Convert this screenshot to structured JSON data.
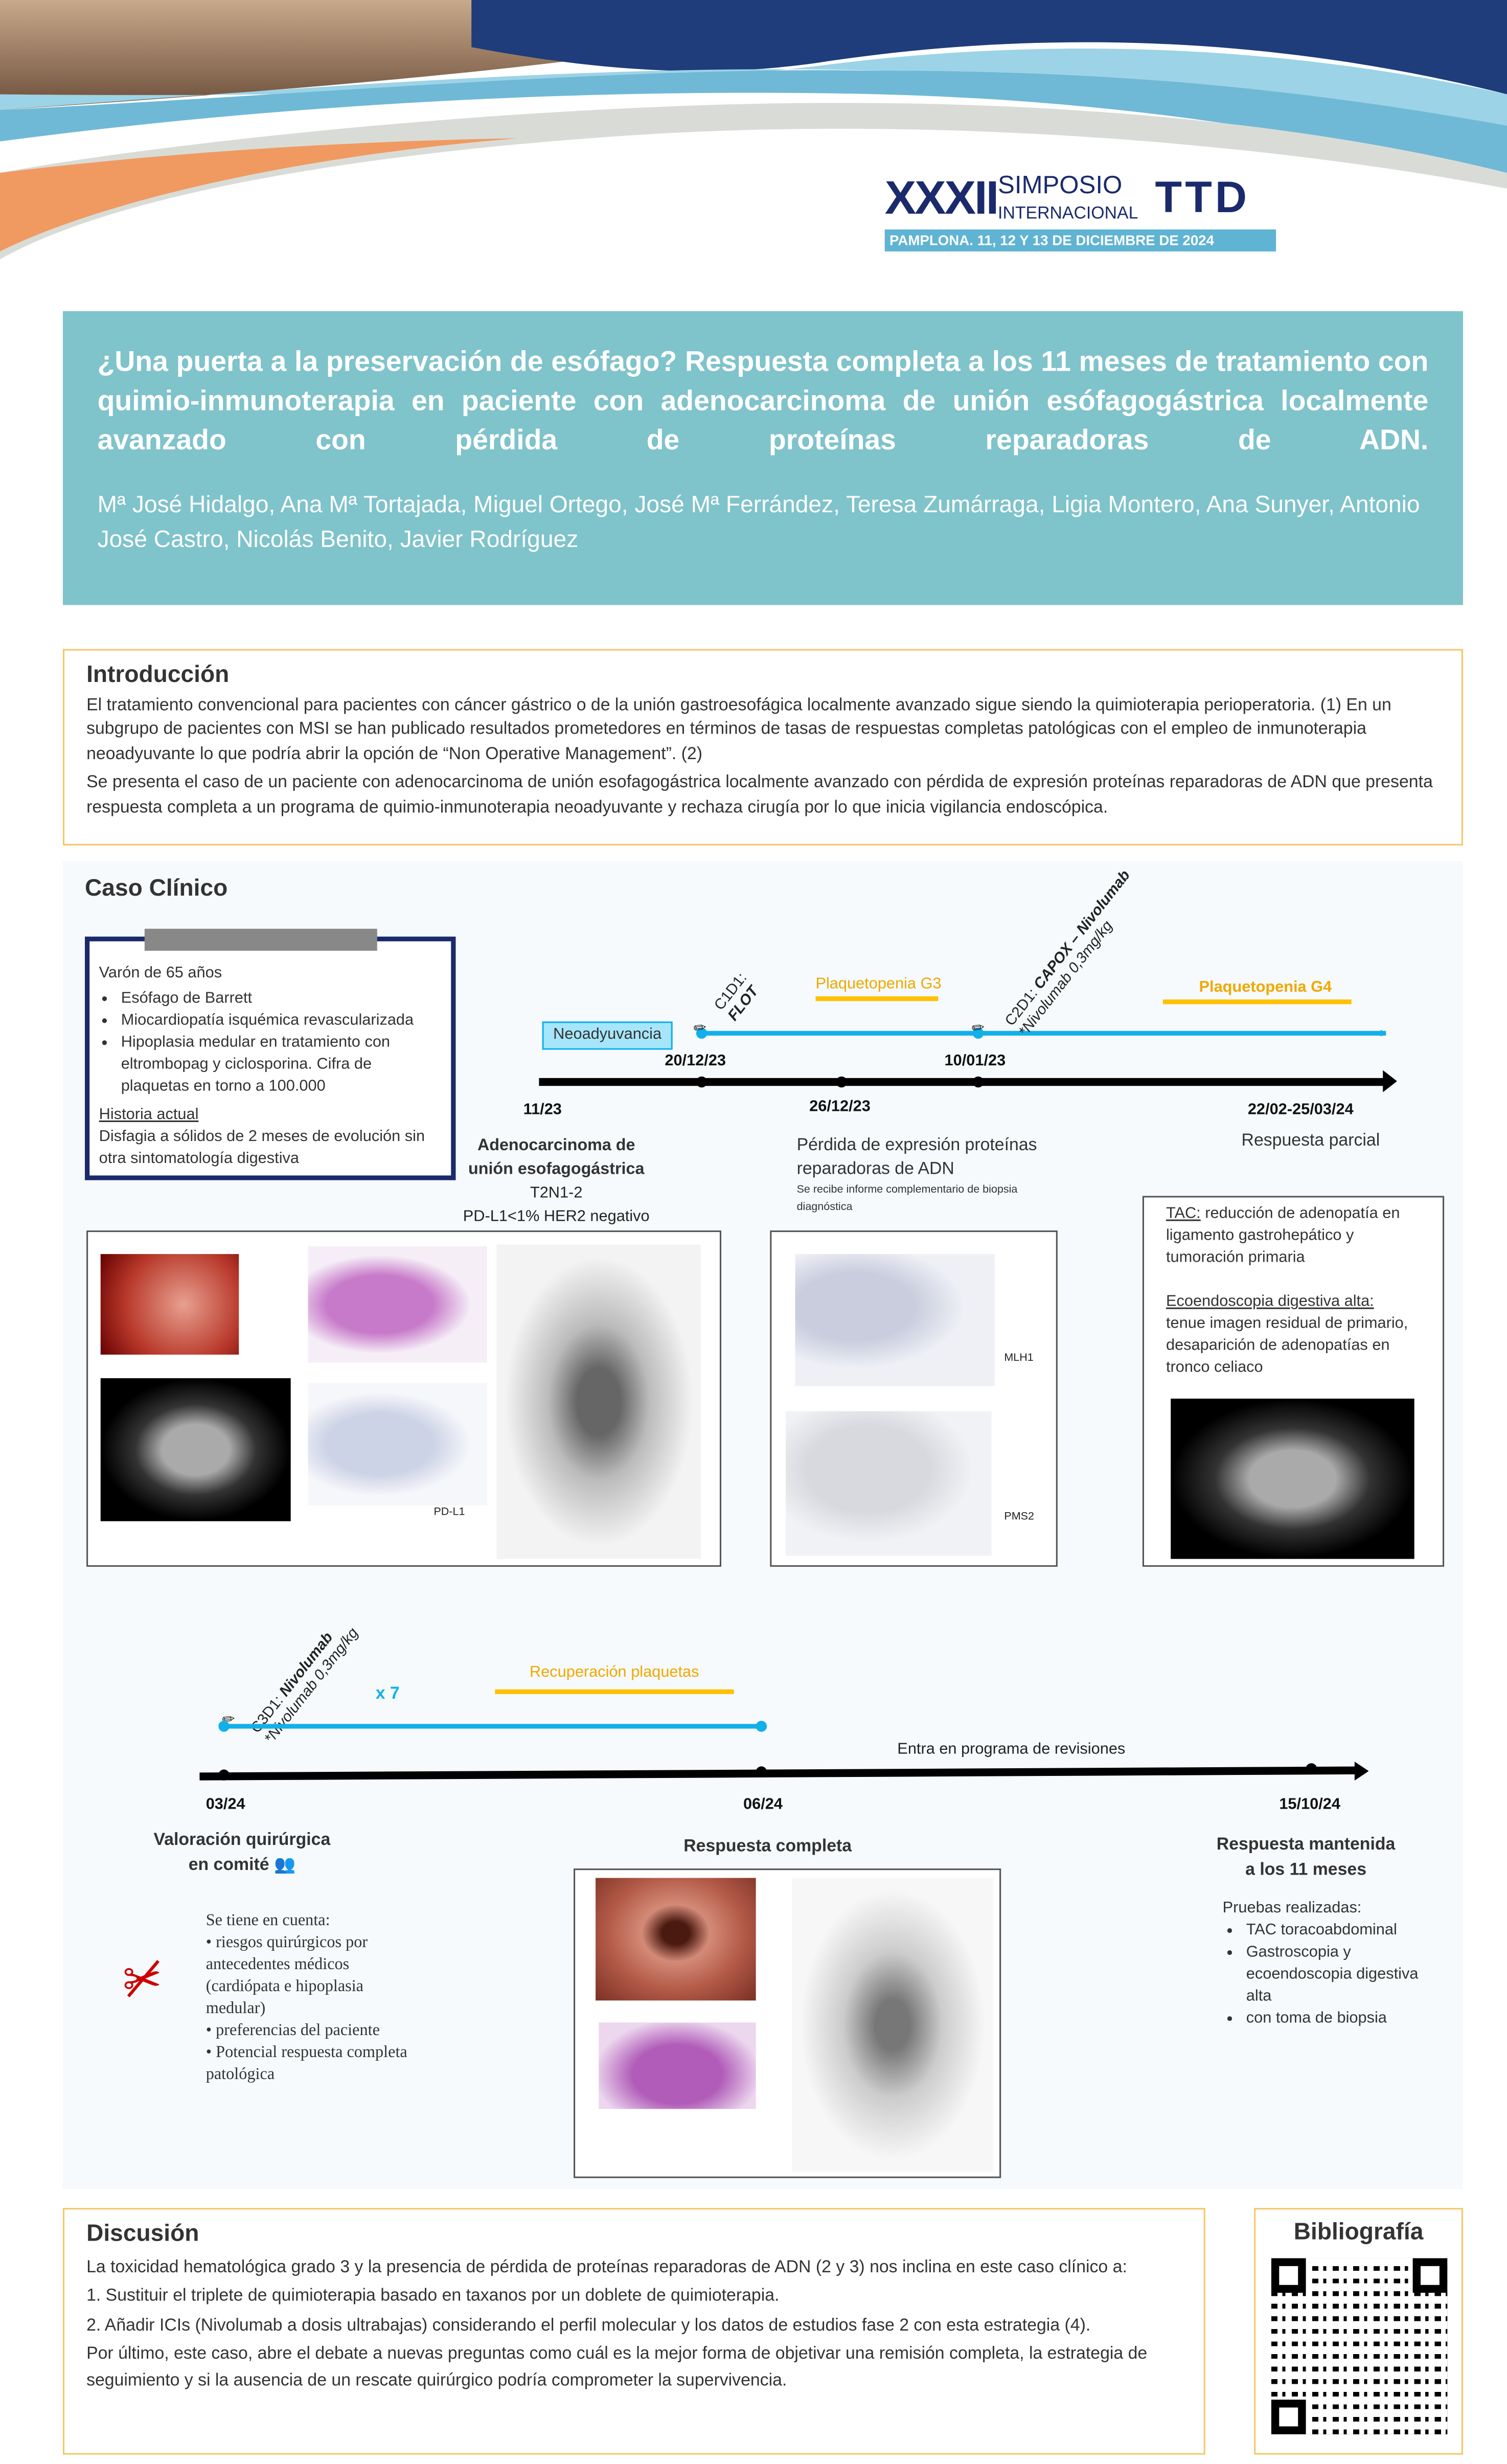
{
  "logo": {
    "roman": "XXXII",
    "simposio": "SIMPOSIO",
    "internacional": "INTERNACIONAL",
    "ttd": "TTD",
    "dates": "PAMPLONA. 11, 12 Y 13 DE DICIEMBRE DE 2024"
  },
  "title": "¿Una puerta a la preservación de esófago? Respuesta completa a los 11 meses de tratamiento con quimio-inmunoterapia en paciente con adenocarcinoma de unión esófagogástrica localmente avanzado con pérdida de proteínas reparadoras de ADN.",
  "authors": "Mª José Hidalgo, Ana Mª Tortajada, Miguel Ortego, José Mª Ferrández, Teresa Zumárraga, Ligia Montero, Ana Sunyer, Antonio José Castro, Nicolás Benito, Javier Rodríguez",
  "intro": {
    "heading": "Introducción",
    "p1": "El tratamiento convencional para pacientes con cáncer gástrico o de la unión gastroesofágica localmente avanzado sigue siendo la quimioterapia perioperatoria. (1) En un subgrupo de pacientes con MSI se han publicado resultados prometedores en términos de tasas de respuestas completas patológicas con el empleo de inmunoterapia neoadyuvante lo que podría abrir la opción de “Non Operative Management”. (2)",
    "p2": "Se presenta el caso de un paciente con adenocarcinoma de unión esofagogástrica localmente avanzado con pérdida de expresión proteínas reparadoras de ADN que presenta respuesta completa a un programa de quimio-inmunoterapia neoadyuvante y rechaza cirugía por lo que inicia vigilancia endoscópica."
  },
  "caso": {
    "heading": "Caso Clínico",
    "patient": {
      "title": "Varón de 65 años",
      "items": [
        "Esófago de Barrett",
        "Miocardiopatía isquémica revascularizada",
        "Hipoplasia medular en tratamiento con eltrombopag y ciclosporina. Cifra de plaquetas en torno a 100.000"
      ],
      "hist_label": "Historia actual",
      "hist": "Disfagia a sólidos de 2 meses de evolución sin otra sintomatología digestiva"
    },
    "t1": {
      "neo": "Neoadyuvancia",
      "c1": "C1D1:",
      "c1_drug": "FLOT",
      "g3": "Plaquetopenia G3",
      "c2": "C2D1:",
      "c2_drug": "CAPOX – Nivolumab",
      "c2_note": "*Nivolumab 0,3mg/kg",
      "g4": "Plaquetopenia G4",
      "dates": [
        "11/23",
        "20/12/23",
        "26/12/23",
        "10/01/23",
        "22/02-25/03/24"
      ]
    },
    "e1": {
      "title": "Adenocarcinoma de unión esofagogástrica",
      "l1": "T2N1-2",
      "l2": "PD-L1<1% HER2 negativo",
      "pdl1": "PD-L1"
    },
    "e2": {
      "title": "Pérdida de expresión proteínas reparadoras de ADN",
      "note": "Se recibe informe complementario de biopsia diagnóstica",
      "mlh1": "MLH1",
      "pms2": "PMS2"
    },
    "e3": {
      "title": "Respuesta parcial",
      "tac_label": "TAC:",
      "tac": " reducción de adenopatía en ligamento gastrohepático y tumoración primaria",
      "eco_label": "Ecoendoscopia digestiva alta:",
      "eco": "tenue imagen residual de primario, desaparición de adenopatías en tronco celiaco"
    },
    "t2": {
      "c3": "C3D1:",
      "c3_drug": "Nivolumab",
      "c3_note": "*Nivolumab 0,3mg/kg",
      "x7": "x 7",
      "recup": "Recuperación plaquetas",
      "revisiones": "Entra en programa de revisiones",
      "dates": [
        "03/24",
        "06/24",
        "15/10/24"
      ]
    },
    "e4": {
      "title1": "Valoración quirúrgica",
      "title2": "en comité",
      "intro": "Se tiene en cuenta:",
      "items": [
        "riesgos quirúrgicos por antecedentes médicos (cardiópata e hipoplasia medular)",
        "preferencias del paciente",
        "Potencial respuesta completa patológica"
      ]
    },
    "e5": {
      "title": "Respuesta completa"
    },
    "e6": {
      "title1": "Respuesta mantenida",
      "title2": "a los 11 meses",
      "intro": "Pruebas realizadas:",
      "items": [
        "TAC toracoabdominal",
        "Gastroscopia y ecoendoscopia digestiva alta",
        "con toma de biopsia"
      ]
    }
  },
  "disc": {
    "heading": "Discusión",
    "p1": "La toxicidad hematológica grado 3 y la presencia de pérdida de proteínas reparadoras de ADN (2 y 3) nos inclina en este caso clínico a:",
    "p2": "1. Sustituir el triplete de quimioterapia basado en taxanos por un doblete de quimioterapia.",
    "p3": "2. Añadir ICIs (Nivolumab a dosis ultrabajas) considerando el perfil molecular y los datos de estudios fase 2 con esta estrategia (4).",
    "p4": "Por último, este caso, abre el debate a nuevas preguntas como cuál es la mejor forma de objetivar una remisión completa, la estrategia de seguimiento y si la ausencia de un rescate quirúrgico podría comprometer la supervivencia."
  },
  "bib": {
    "heading": "Bibliografía"
  },
  "colors": {
    "teal": "#7fc3cb",
    "navy": "#1a2a6c",
    "orange": "#ffc000",
    "blue": "#12b0ea"
  }
}
